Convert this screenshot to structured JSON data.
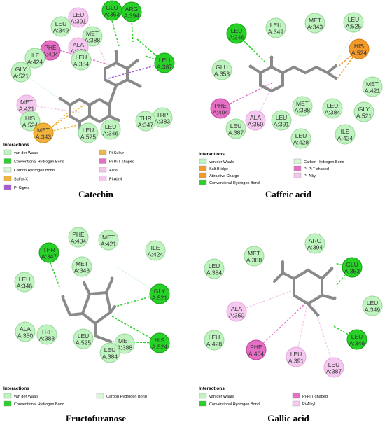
{
  "panels": [
    {
      "caption": "Catechin",
      "residues": [
        {
          "label": "GLU\nA:353",
          "type": "conv"
        },
        {
          "label": "ARG\nA:394",
          "type": "conv"
        },
        {
          "label": "LEU\nA:391",
          "type": "pialkyl"
        },
        {
          "label": "LEU\nA:349",
          "type": "vdw"
        },
        {
          "label": "MET\nA:388",
          "type": "vdw"
        },
        {
          "label": "PHE\nA:404",
          "type": "pipi"
        },
        {
          "label": "ALA\nA:350",
          "type": "pialkyl"
        },
        {
          "label": "ILE\nA:424",
          "type": "vdw"
        },
        {
          "label": "LEU\nA:384",
          "type": "vdw"
        },
        {
          "label": "LEU\nA:387",
          "type": "conv"
        },
        {
          "label": "GLY\nA:521",
          "type": "vdw"
        },
        {
          "label": "MET\nA:421",
          "type": "pialkyl"
        },
        {
          "label": "TRP\nA:383",
          "type": "vdw"
        },
        {
          "label": "HIS\nA:524",
          "type": "vdw"
        },
        {
          "label": "MET\nA:343",
          "type": "sulfur"
        },
        {
          "label": "LEU\nA:525",
          "type": "vdw"
        },
        {
          "label": "LEU\nA:346",
          "type": "vdw"
        },
        {
          "label": "THR\nA:347",
          "type": "vdw"
        }
      ],
      "legend": {
        "title": "Interactions",
        "items": [
          {
            "label": "van der Waals",
            "type": "vdw"
          },
          {
            "label": "Pi-Sulfur",
            "type": "pisulfur"
          },
          {
            "label": "Conventional Hydrogen Bond",
            "type": "conv"
          },
          {
            "label": "Pi-Pi T-shaped",
            "type": "pipi"
          },
          {
            "label": "Carbon Hydrogen Bond",
            "type": "carbon"
          },
          {
            "label": "Alkyl",
            "type": "alkyl"
          },
          {
            "label": "Sulfur-X",
            "type": "sulfur"
          },
          {
            "label": "Pi-Alkyl",
            "type": "pialkyl"
          },
          {
            "label": "Pi-Sigma",
            "type": "pisigma"
          }
        ]
      }
    },
    {
      "caption": "Caffeic acid",
      "residues": [
        {
          "label": "LEU\nA:346",
          "type": "conv"
        },
        {
          "label": "LEU\nA:349",
          "type": "vdw"
        },
        {
          "label": "MET\nA:343",
          "type": "vdw"
        },
        {
          "label": "LEU\nA:525",
          "type": "vdw"
        },
        {
          "label": "HIS\nA:524",
          "type": "salt"
        },
        {
          "label": "GLU\nA:353",
          "type": "vdw"
        },
        {
          "label": "MET\nA:421",
          "type": "vdw"
        },
        {
          "label": "PHE\nA:404",
          "type": "pipi"
        },
        {
          "label": "MET\nA:388",
          "type": "vdw"
        },
        {
          "label": "LEU\nA:384",
          "type": "vdw"
        },
        {
          "label": "GLY\nA:521",
          "type": "vdw"
        },
        {
          "label": "LEU\nA:387",
          "type": "vdw"
        },
        {
          "label": "ALA\nA:350",
          "type": "pialkyl"
        },
        {
          "label": "LEU\nA:391",
          "type": "vdw"
        },
        {
          "label": "LEU\nA:428",
          "type": "vdw"
        },
        {
          "label": "ILE\nA:424",
          "type": "vdw"
        }
      ],
      "legend": {
        "title": "Interactions",
        "items": [
          {
            "label": "van der Waals",
            "type": "vdw"
          },
          {
            "label": "Carbon Hydrogen Bond",
            "type": "carbon"
          },
          {
            "label": "Salt Bridge",
            "type": "salt"
          },
          {
            "label": "Pi-Pi T-shaped",
            "type": "pipi"
          },
          {
            "label": "Attractive Charge",
            "type": "salt"
          },
          {
            "label": "Pi-Alkyl",
            "type": "pialkyl"
          },
          {
            "label": "Conventional Hydrogen Bond",
            "type": "conv"
          }
        ]
      }
    },
    {
      "caption": "Fructofuranose",
      "residues": [
        {
          "label": "PHE\nA:404",
          "type": "vdw"
        },
        {
          "label": "MET\nA:421",
          "type": "vdw"
        },
        {
          "label": "THR\nA:347",
          "type": "conv"
        },
        {
          "label": "ILE\nA:424",
          "type": "vdw"
        },
        {
          "label": "MET\nA:343",
          "type": "vdw"
        },
        {
          "label": "LEU\nA:346",
          "type": "vdw"
        },
        {
          "label": "GLY\nA:521",
          "type": "conv"
        },
        {
          "label": "ALA\nA:350",
          "type": "vdw"
        },
        {
          "label": "TRP\nA:383",
          "type": "vdw"
        },
        {
          "label": "LEU\nA:525",
          "type": "vdw"
        },
        {
          "label": "HIS\nA:524",
          "type": "conv"
        },
        {
          "label": "MET\nA:388",
          "type": "vdw"
        },
        {
          "label": "LEU\nA:384",
          "type": "vdw"
        }
      ],
      "legend": {
        "title": "Interactions",
        "items": [
          {
            "label": "van der Waals",
            "type": "vdw"
          },
          {
            "label": "Carbon Hydrogen Bond",
            "type": "carbon"
          },
          {
            "label": "Conventional Hydrogen Bond",
            "type": "conv"
          }
        ]
      }
    },
    {
      "caption": "Gallic acid",
      "residues": [
        {
          "label": "ARG\nA:394",
          "type": "vdw"
        },
        {
          "label": "MET\nA:388",
          "type": "vdw"
        },
        {
          "label": "GLU\nA:353",
          "type": "conv"
        },
        {
          "label": "LEU\nA:384",
          "type": "vdw"
        },
        {
          "label": "LEU\nA:349",
          "type": "vdw"
        },
        {
          "label": "ALA\nA:350",
          "type": "pialkyl"
        },
        {
          "label": "LEU\nA:428",
          "type": "vdw"
        },
        {
          "label": "LEU\nA:346",
          "type": "conv"
        },
        {
          "label": "PHE\nA:404",
          "type": "pipi"
        },
        {
          "label": "LEU\nA:391",
          "type": "pialkyl"
        },
        {
          "label": "LEU\nA:387",
          "type": "pialkyl"
        }
      ],
      "legend": {
        "title": "Interactions",
        "items": [
          {
            "label": "van der Waals",
            "type": "vdw"
          },
          {
            "label": "Pi-Pi T-shaped",
            "type": "pipi"
          },
          {
            "label": "Conventional Hydrogen Bond",
            "type": "conv"
          },
          {
            "label": "Pi-Alkyl",
            "type": "pialkyl"
          }
        ]
      }
    }
  ],
  "colors": {
    "vdw": "#bff3bf",
    "conv": "#27d127",
    "carbon": "#d9f7d9",
    "sulfur": "#f2b33d",
    "pisulfur": "#e8b84a",
    "pipi": "#e56fc4",
    "alkyl": "#f2c6ea",
    "pialkyl": "#f5c9ef",
    "pisigma": "#a857d6",
    "salt": "#f39a2b",
    "ligand": "#8a8a8a"
  }
}
